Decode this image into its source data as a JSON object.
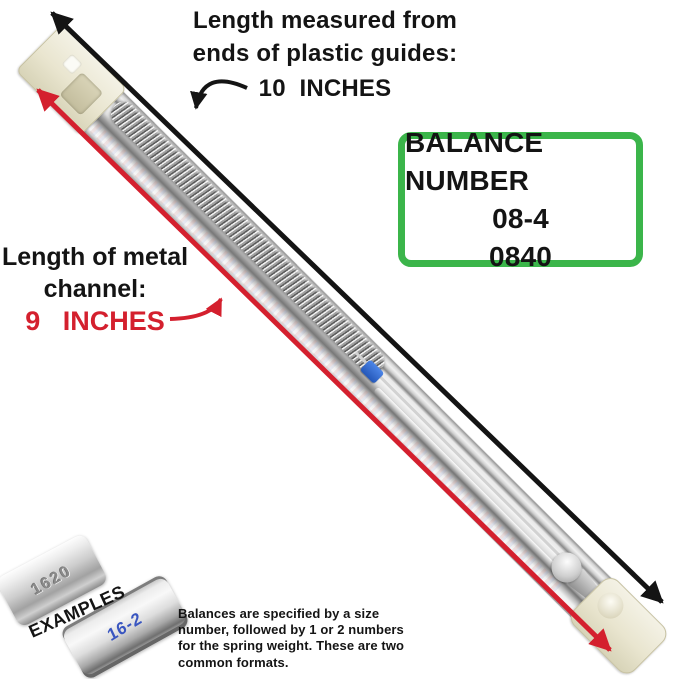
{
  "colors": {
    "annotation_black": "#141414",
    "measure_red": "#d4202e",
    "box_green": "#3bb54a",
    "stamp_blue": "#3a56c0",
    "plastic_guide_cream": "#e9e5cf"
  },
  "top_annotation": {
    "line1": "Length measured from",
    "line2": "ends of plastic guides:",
    "value": "10  INCHES"
  },
  "balance_box": {
    "title": "BALANCE NUMBER",
    "code_line1": "08-4",
    "code_line2": "0840"
  },
  "left_annotation": {
    "line1": "Length of metal",
    "line2": "channel:",
    "value": "9   INCHES"
  },
  "examples": {
    "label": "EXAMPLES",
    "stamp_top": "1620",
    "stamp_bottom": "16-2"
  },
  "footer_note": {
    "lines": [
      "Balances are specified by a size",
      "number, followed by 1 or 2 numbers",
      "for the spring weight. These are two",
      "common formats."
    ]
  }
}
